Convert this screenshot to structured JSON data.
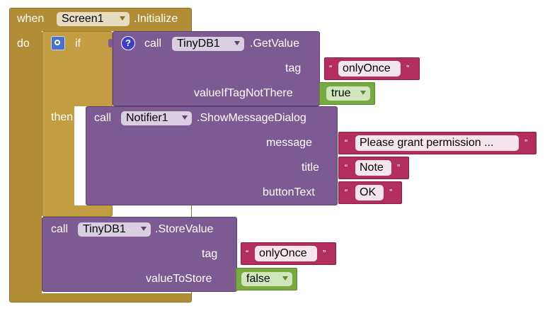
{
  "event": {
    "keyword_when": "when",
    "component": "Screen1",
    "event_name": ".Initialize",
    "keyword_do": "do"
  },
  "if_block": {
    "keyword_if": "if",
    "keyword_then": "then",
    "gear_icon": "mutator-gear-icon"
  },
  "get_value": {
    "help_icon": "?",
    "call": "call",
    "component": "TinyDB1",
    "method": ".GetValue",
    "tag_label": "tag",
    "tag_value": "onlyOnce",
    "default_label": "valueIfTagNotThere",
    "default_value": "true"
  },
  "show_dialog": {
    "call": "call",
    "component": "Notifier1",
    "method": ".ShowMessageDialog",
    "message_label": "message",
    "message_value": "Please grant permission ...",
    "title_label": "title",
    "title_value": "Note",
    "button_label": "buttonText",
    "button_value": "OK"
  },
  "store_value": {
    "call": "call",
    "component": "TinyDB1",
    "method": ".StoreValue",
    "tag_label": "tag",
    "tag_value": "onlyOnce",
    "value_label": "valueToStore",
    "value_value": "false"
  },
  "quotes": {
    "open": "“",
    "close": "”"
  },
  "colors": {
    "event": "#b18e35",
    "control": "#c29d41",
    "procedure": "#7d5a92",
    "text": "#b32d5e",
    "logic": "#77ab41"
  }
}
